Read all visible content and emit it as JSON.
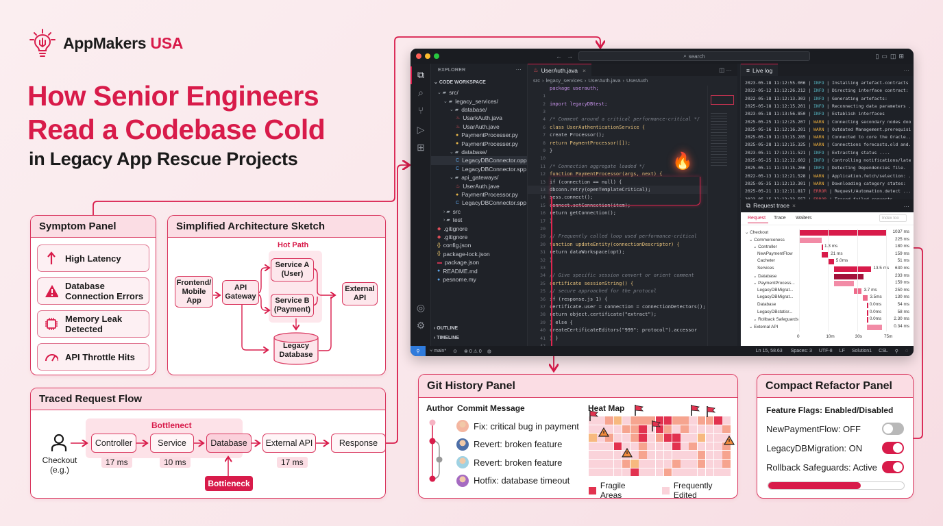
{
  "brand": {
    "name": "AppMakers",
    "suffix": "USA"
  },
  "title": {
    "line1": "How Senior Engineers",
    "line2": "Read a Codebase Cold",
    "subtitle": "in Legacy App Rescue Projects"
  },
  "colors": {
    "accent": "#d81b4a",
    "panel_head": "#fbdde4",
    "ide_bg": "#1e2127"
  },
  "symptom_panel": {
    "title": "Symptom Panel",
    "items": [
      {
        "icon": "arrow-up-icon",
        "label_lines": [
          "High Latency"
        ]
      },
      {
        "icon": "warning-icon",
        "label_lines": [
          "Database",
          "Connection Errors"
        ]
      },
      {
        "icon": "chip-icon",
        "label_lines": [
          "Memory Leak",
          "Detected"
        ]
      },
      {
        "icon": "gauge-icon",
        "label_lines": [
          "API Throttle Hits"
        ]
      }
    ]
  },
  "architecture": {
    "title": "Simplified Architecture Sketch",
    "hot_path": "Hot Path",
    "nodes": {
      "frontend": [
        "Frontend/",
        "Mobile",
        "App"
      ],
      "gateway": [
        "API",
        "Gateway"
      ],
      "service_a": [
        "Service A",
        "(User)"
      ],
      "service_b": [
        "Service B",
        "(Payment)"
      ],
      "external": [
        "External",
        "API"
      ],
      "database": [
        "Legacy",
        "Database"
      ]
    }
  },
  "traced_flow": {
    "title": "Traced Request Flow",
    "group_label": "Bottlenect",
    "actor": [
      "Checkout",
      "(e.g.)"
    ],
    "steps": [
      {
        "label": "Controller",
        "ms": "17 ms"
      },
      {
        "label": "Service",
        "ms": "10 ms"
      },
      {
        "label": "Database",
        "ms": ""
      },
      {
        "label": "External API",
        "ms": "17 ms"
      },
      {
        "label": "Response",
        "ms": ""
      }
    ],
    "badge": "Bottieneck"
  },
  "ide": {
    "search_placeholder": "search",
    "explorer": {
      "title": "EXPLORER",
      "workspace": "CODE WORKSPACE",
      "tree": [
        {
          "depth": 1,
          "type": "folder-open",
          "label": "src/"
        },
        {
          "depth": 2,
          "type": "folder-open",
          "label": "legacy_services/"
        },
        {
          "depth": 3,
          "type": "folder-open",
          "label": "database/"
        },
        {
          "depth": 4,
          "type": "java",
          "label": "UsarkAuth.java"
        },
        {
          "depth": 4,
          "type": "java",
          "label": "UsarAuth.jave"
        },
        {
          "depth": 4,
          "type": "python",
          "label": "PaymentProcesser.py"
        },
        {
          "depth": 4,
          "type": "python",
          "label": "PaymentProcesser.py"
        },
        {
          "depth": 3,
          "type": "folder-open",
          "label": "database/"
        },
        {
          "depth": 4,
          "type": "cpp",
          "label": "LegacyDBConnector.opp",
          "selected": true
        },
        {
          "depth": 4,
          "type": "cpp",
          "label": "LegacyDBConnector.spp"
        },
        {
          "depth": 3,
          "type": "folder-open",
          "label": "api_gateways/"
        },
        {
          "depth": 4,
          "type": "java",
          "label": "UserAuth.jave"
        },
        {
          "depth": 4,
          "type": "python",
          "label": "PaymentProcessor.py"
        },
        {
          "depth": 4,
          "type": "cpp",
          "label": "LegacyDBConnector.spp"
        },
        {
          "depth": 2,
          "type": "folder",
          "label": "src"
        },
        {
          "depth": 2,
          "type": "folder",
          "label": "test"
        },
        {
          "depth": 1,
          "type": "git",
          "label": ".gitignore"
        },
        {
          "depth": 1,
          "type": "git",
          "label": ".gitignore"
        },
        {
          "depth": 1,
          "type": "json",
          "label": "config.json"
        },
        {
          "depth": 1,
          "type": "json",
          "label": "package-lock.json"
        },
        {
          "depth": 1,
          "type": "pkg",
          "label": "package.json"
        },
        {
          "depth": 1,
          "type": "info",
          "label": "README.md"
        },
        {
          "depth": 1,
          "type": "info",
          "label": "pesnome.my"
        }
      ],
      "outline": "OUTLINE",
      "timeline": "TIMELINE"
    },
    "editor": {
      "tab": "UserAuth.java",
      "breadcrumb": [
        "src",
        "legacy_services",
        "UserAuth.java",
        "UserAuth"
      ],
      "lines": [
        {
          "n": "",
          "t": "package userauth;",
          "c": "kw"
        },
        {
          "n": "1",
          "t": "",
          "c": ""
        },
        {
          "n": "2",
          "t": "import legacyDBtest;",
          "c": "kw"
        },
        {
          "n": "3",
          "t": "",
          "c": ""
        },
        {
          "n": "4",
          "t": "/* Comment around a critical performance-critical */",
          "c": "cm"
        },
        {
          "n": "6",
          "t": "class UserAuthenticationService {",
          "c": "fn"
        },
        {
          "n": "7",
          "t": "  create Processor();",
          "c": ""
        },
        {
          "n": "8",
          "t": "  return PaymentProcessor([]);",
          "c": "fn"
        },
        {
          "n": "9",
          "t": "}",
          "c": ""
        },
        {
          "n": "10",
          "t": "",
          "c": ""
        },
        {
          "n": "11",
          "t": "/* Connection aggregate loaded */",
          "c": "cm"
        },
        {
          "n": "12",
          "t": "function PaymentProcessor(args, next) {",
          "c": "fn"
        },
        {
          "n": "13",
          "t": "  if (connection == null) {",
          "c": ""
        },
        {
          "n": "13",
          "t": "    dbconn.retry(openTemplateCritical);",
          "c": "",
          "hl": true
        },
        {
          "n": "14",
          "t": "   sess.connect();",
          "c": ""
        },
        {
          "n": "15",
          "t": "    connect.setConnection(item);",
          "c": ""
        },
        {
          "n": "16",
          "t": "    return getConnection();",
          "c": ""
        },
        {
          "n": "17",
          "t": "}",
          "c": ""
        },
        {
          "n": "20",
          "t": "",
          "c": ""
        },
        {
          "n": "29",
          "t": "// Frequently called loop used performance-critical",
          "c": "cm"
        },
        {
          "n": "30",
          "t": "function updateEntity(connectionDescriptor) {",
          "c": "fn"
        },
        {
          "n": "31",
          "t": "  return dataWorkspace(opt);",
          "c": ""
        },
        {
          "n": "32",
          "t": "}",
          "c": ""
        },
        {
          "n": "33",
          "t": "",
          "c": ""
        },
        {
          "n": "34",
          "t": "// Give specific session convert or orient comment",
          "c": "cm"
        },
        {
          "n": "35",
          "t": "certificate sessionString() {",
          "c": "fn"
        },
        {
          "n": "25",
          "t": "  // secure approached for the protocol",
          "c": "cm"
        },
        {
          "n": "36",
          "t": "  if (response.js 1) {",
          "c": ""
        },
        {
          "n": "37",
          "t": "    certificate.user = connection = connectionDetectors();",
          "c": ""
        },
        {
          "n": "38",
          "t": "    return object.certificate(\"extract\");",
          "c": ""
        },
        {
          "n": "39",
          "t": "  } else {",
          "c": ""
        },
        {
          "n": "40",
          "t": "    createCertificateEditors(\"999\": protocol\").accessor",
          "c": ""
        },
        {
          "n": "41",
          "t": "} }",
          "c": ""
        },
        {
          "n": "42",
          "t": "",
          "c": ""
        },
        {
          "n": "43",
          "t": "// Optimize Service (deprecated)",
          "c": "cm"
        },
        {
          "n": "44",
          "t": "public static legacyProcessor() {",
          "c": "kw"
        },
        {
          "n": "45",
          "t": "  return ontrustConnector();",
          "c": ""
        },
        {
          "n": "46",
          "t": "}",
          "c": ""
        }
      ]
    },
    "live_log": {
      "tab": "Live log",
      "lines": [
        {
          "ts": "2023-05-18 11:12:55.006",
          "lvl": "INFO",
          "msg": "Installing artefact-contracts ..."
        },
        {
          "ts": "2022-05-12 11:12:26.212",
          "lvl": "INFO",
          "msg": "Directing interface contract: ..."
        },
        {
          "ts": "2022-05-18 11:12:13.303",
          "lvl": "INFO",
          "msg": "Generating artefacts:"
        },
        {
          "ts": "2025-05-18 11:12:15.201",
          "lvl": "INFO",
          "msg": "Reconnecting data parameters ..."
        },
        {
          "ts": "2023-05-18 11:13:56.850",
          "lvl": "INFO",
          "msg": "Establish interfaces"
        },
        {
          "ts": "2025-05-25 11:12:25.207",
          "lvl": "WARN",
          "msg": "Connecting secondary nodes doo..."
        },
        {
          "ts": "2025-05-16 11:12:16.201",
          "lvl": "WARN",
          "msg": "Outdated Management.prerequisite..."
        },
        {
          "ts": "2025-05-19 11:13:15.285",
          "lvl": "WARN",
          "msg": "Connected to core the Oracle...."
        },
        {
          "ts": "2025-05-28 11:12:15.325",
          "lvl": "WARN",
          "msg": "Connections forecasts.old and...."
        },
        {
          "ts": "2023-05-11 17:12:11.521",
          "lvl": "INFO",
          "msg": "Extracting status ...."
        },
        {
          "ts": "2025-05-25 11:12:12.602",
          "lvl": "INFO",
          "msg": "Controlling notifications/later ..."
        },
        {
          "ts": "2025-05-11 11:13:15.266",
          "lvl": "INFO",
          "msg": "Detecting Dependencies file."
        },
        {
          "ts": "2022-05-13 11:12:21.528",
          "lvl": "WARN",
          "msg": "Application.fetch/selection: ..."
        },
        {
          "ts": "2025-05-35 11:12:13.301",
          "lvl": "WARN",
          "msg": "Downloading category states:"
        },
        {
          "ts": "2025-05-21 11:12:11.817",
          "lvl": "ERROR",
          "msg": "Request/Automation.detect ..."
        },
        {
          "ts": "2023-05-15 11:13:33.557",
          "lvl": "ERROR",
          "msg": "Traced failed requests..."
        }
      ]
    },
    "request_trace": {
      "tab": "Request trace",
      "tabs": [
        "Request",
        "Trace",
        "Waiters"
      ],
      "filter_placeholder": "Index too",
      "axis": [
        "0",
        "10m",
        "30s",
        "75m"
      ],
      "rows": [
        {
          "depth": 0,
          "label": "Checkout",
          "start": 0,
          "width": 1.0,
          "bar_label": "",
          "dur": "1037 ms",
          "color": "#d81b4a"
        },
        {
          "depth": 1,
          "label": "Commerceness",
          "start": 0,
          "width": 0.26,
          "bar_label": "",
          "dur": "225 ms",
          "color": "#f28ba6"
        },
        {
          "depth": 2,
          "label": "Controller",
          "start": 0.26,
          "width": 0.008,
          "bar_label": "1.3 ms",
          "dur": "180 ms",
          "color": "#d81b4a"
        },
        {
          "depth": 3,
          "label": "NewPaymentFlow",
          "start": 0.26,
          "width": 0.08,
          "bar_label": "21 ms",
          "dur": "159 ms",
          "color": "#d81b4a"
        },
        {
          "depth": 3,
          "label": "Cacheter",
          "start": 0.34,
          "width": 0.06,
          "bar_label": "5.0ms",
          "dur": "51 ms",
          "color": "#d81b4a"
        },
        {
          "depth": 3,
          "label": "Services",
          "start": 0.4,
          "width": 0.43,
          "bar_label": "13.5 ms",
          "dur": "630 ms",
          "color": "#d81b4a"
        },
        {
          "depth": 2,
          "label": "Database",
          "start": 0.4,
          "width": 0.34,
          "bar_label": "",
          "dur": "233 ms",
          "color": "#a3123a"
        },
        {
          "depth": 2,
          "label": "PaymentProcess...",
          "start": 0.4,
          "width": 0.23,
          "bar_label": "",
          "dur": "159 ms",
          "color": "#f28ba6"
        },
        {
          "depth": 3,
          "label": "LegacyDBMigrat...",
          "start": 0.63,
          "width": 0.09,
          "bar_label": "3.7 ms",
          "dur": "250 ms",
          "color": "#ee6b8b"
        },
        {
          "depth": 3,
          "label": "LegacyDBMigrat...",
          "start": 0.73,
          "width": 0.06,
          "bar_label": "3.5ms",
          "dur": "130 ms",
          "color": "#ee6b8b"
        },
        {
          "depth": 3,
          "label": "Database",
          "start": 0.78,
          "width": 0.006,
          "bar_label": "0.0ms",
          "dur": "54 ms",
          "color": "#d81b4a"
        },
        {
          "depth": 3,
          "label": "LegacyDBstatisr...",
          "start": 0.78,
          "width": 0.006,
          "bar_label": "0.0ms",
          "dur": "58 ms",
          "color": "#d81b4a"
        },
        {
          "depth": 2,
          "label": "Rollback Safeguards",
          "start": 0.78,
          "width": 0.006,
          "bar_label": "0.0ms",
          "dur": "2.30 ms",
          "color": "#d81b4a"
        },
        {
          "depth": 1,
          "label": "External API",
          "start": 0.78,
          "width": 0.17,
          "bar_label": "",
          "dur": "0.34 ms",
          "color": "#f28ba6"
        }
      ]
    },
    "status": {
      "branch": "main*",
      "errors": "0",
      "warnings": "0",
      "position": "Ln 15, 58.63",
      "spaces": "Spaces: 3",
      "encoding": "UTF-8",
      "eol": "LF",
      "solution": "Solution1",
      "lang": "CSL"
    }
  },
  "git_panel": {
    "title": "Git History Panel",
    "col_author": "Author",
    "col_message": "Commit Message",
    "commits": [
      {
        "message": "Fix: critical bug in payment",
        "avatar_color": "#f4b6a0"
      },
      {
        "message": "Revert: broken feature",
        "avatar_color": "#4d6fa8"
      },
      {
        "message": "Revert: broken feature",
        "avatar_color": "#9fd2e3"
      },
      {
        "message": "Hotfix: database timeout",
        "avatar_color": "#a56ac1"
      }
    ],
    "heatmap_title": "Heat Map",
    "legend": [
      "Fragile Areas",
      "Frequently Edited"
    ],
    "heatmap": [
      [
        1,
        1,
        2,
        3,
        1,
        2,
        2,
        2,
        4,
        4,
        2,
        2,
        1,
        2,
        2,
        4,
        1
      ],
      [
        1,
        1,
        1,
        1,
        2,
        2,
        4,
        1,
        4,
        2,
        1,
        2,
        1,
        1,
        1,
        1,
        2
      ],
      [
        3,
        1,
        2,
        1,
        1,
        2,
        4,
        1,
        2,
        4,
        4,
        1,
        1,
        3,
        1,
        1,
        1
      ],
      [
        1,
        1,
        1,
        4,
        1,
        1,
        2,
        1,
        1,
        1,
        4,
        1,
        2,
        1,
        1,
        1,
        2
      ],
      [
        1,
        1,
        1,
        1,
        1,
        1,
        2,
        1,
        1,
        1,
        1,
        1,
        1,
        2,
        1,
        1,
        2
      ],
      [
        1,
        1,
        1,
        1,
        2,
        3,
        1,
        1,
        1,
        1,
        2,
        1,
        1,
        2,
        1,
        1,
        2
      ],
      [
        1,
        1,
        1,
        1,
        1,
        4,
        1,
        1,
        1,
        2,
        1,
        1,
        1,
        1,
        1,
        1,
        1
      ]
    ]
  },
  "refactor_panel": {
    "title": "Compact Refactor Panel",
    "subtitle": "Feature Flags: Enabled/Disabled",
    "flags": [
      {
        "label": "NewPaymentFlow: OFF",
        "on": false
      },
      {
        "label": "LegacyDBMigration: ON",
        "on": true
      },
      {
        "label": "Rollback Safeguards: Active",
        "on": true
      }
    ],
    "progress": 0.68
  }
}
